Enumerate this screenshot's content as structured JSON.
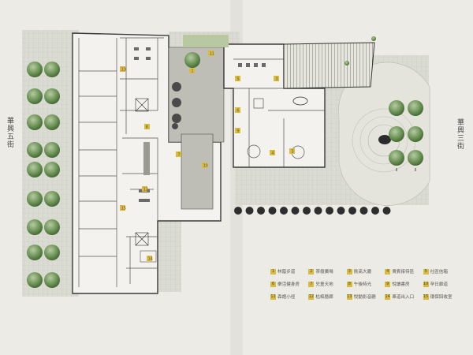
{
  "streets": {
    "left": "華興五街",
    "right": "華興三街"
  },
  "legend": [
    {
      "num": "1",
      "label": "林蔭步道"
    },
    {
      "num": "2",
      "label": "茶樹廣場"
    },
    {
      "num": "3",
      "label": "挑高大廳"
    },
    {
      "num": "4",
      "label": "貴賓接待區"
    },
    {
      "num": "5",
      "label": "社區信箱"
    },
    {
      "num": "6",
      "label": "樂活健身房"
    },
    {
      "num": "7",
      "label": "兒童天地"
    },
    {
      "num": "8",
      "label": "午後時光"
    },
    {
      "num": "9",
      "label": "悅讀書房"
    },
    {
      "num": "10",
      "label": "孕日廊道"
    },
    {
      "num": "11",
      "label": "森語小徑"
    },
    {
      "num": "12",
      "label": "枯槁藝廊"
    },
    {
      "num": "13",
      "label": "悅動影音廳"
    },
    {
      "num": "14",
      "label": "車道出入口"
    },
    {
      "num": "15",
      "label": "環保回收室"
    }
  ],
  "colors": {
    "paper": "#ecebe6",
    "paving": "#dadbd2",
    "tree_dark": "#4f7a3c",
    "tree_light": "#9fb98a",
    "badge": "#d8bb44",
    "wall": "#3a3a3a"
  }
}
